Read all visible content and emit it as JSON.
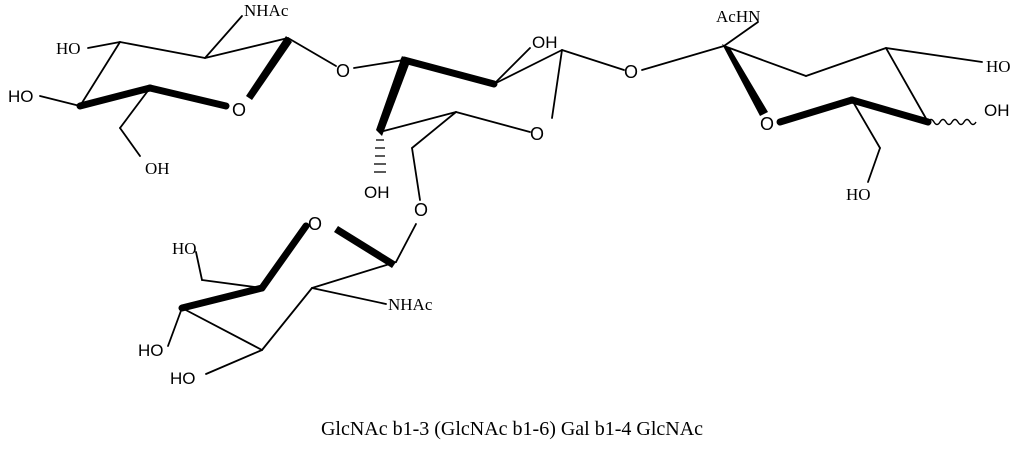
{
  "labels": {
    "a_ho_top": "HO",
    "a_nhac_top": "NHAc",
    "a_ho_left": "HO",
    "a_o_ring": "O",
    "a_oh_bottom": "OH",
    "link_o_13": "O",
    "b_oh_top": "OH",
    "b_o_ring": "O",
    "b_oh_bottom": "OH",
    "link_o_14": "O",
    "link_o_16": "O",
    "c_achn": "AcHN",
    "c_ho_right": "HO",
    "c_o_ring": "O",
    "c_oh_anomeric": "OH",
    "c_ho_bottom": "HO",
    "d_o_ring": "O",
    "d_ho_top": "HO",
    "d_nhac": "NHAc",
    "d_ho_mid": "HO",
    "d_ho_bottom": "HO"
  },
  "caption": "GlcNAc b1-3 (GlcNAc b1-6) Gal b1-4 GlcNAc"
}
